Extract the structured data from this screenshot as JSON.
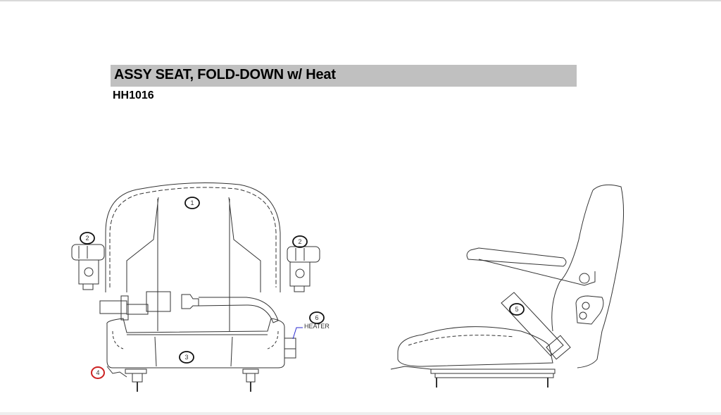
{
  "document": {
    "title": "ASSY SEAT, FOLD-DOWN w/ Heat",
    "part_number": "HH1016"
  },
  "colors": {
    "title_bar": "#c0c0c0",
    "callout_normal": "#111111",
    "callout_highlight": "#cc2222",
    "heater_leader": "#2a2ad0"
  },
  "views": {
    "front": {
      "callouts": [
        {
          "num": "1",
          "part": "seat-back"
        },
        {
          "num": "2",
          "part": "armrest-left"
        },
        {
          "num": "2",
          "part": "armrest-right"
        },
        {
          "num": "3",
          "part": "seat-cushion"
        },
        {
          "num": "4",
          "part": "seat-switch",
          "highlighted": true
        },
        {
          "num": "6",
          "part": "heater"
        }
      ],
      "heater_label": "HEATER"
    },
    "side": {
      "callouts": [
        {
          "num": "5",
          "part": "seat-belt"
        }
      ]
    }
  },
  "labels": {
    "c1": "1",
    "c2a": "2",
    "c2b": "2",
    "c3": "3",
    "c4": "4",
    "c5": "5",
    "c6": "6",
    "heater": "HEATER"
  }
}
